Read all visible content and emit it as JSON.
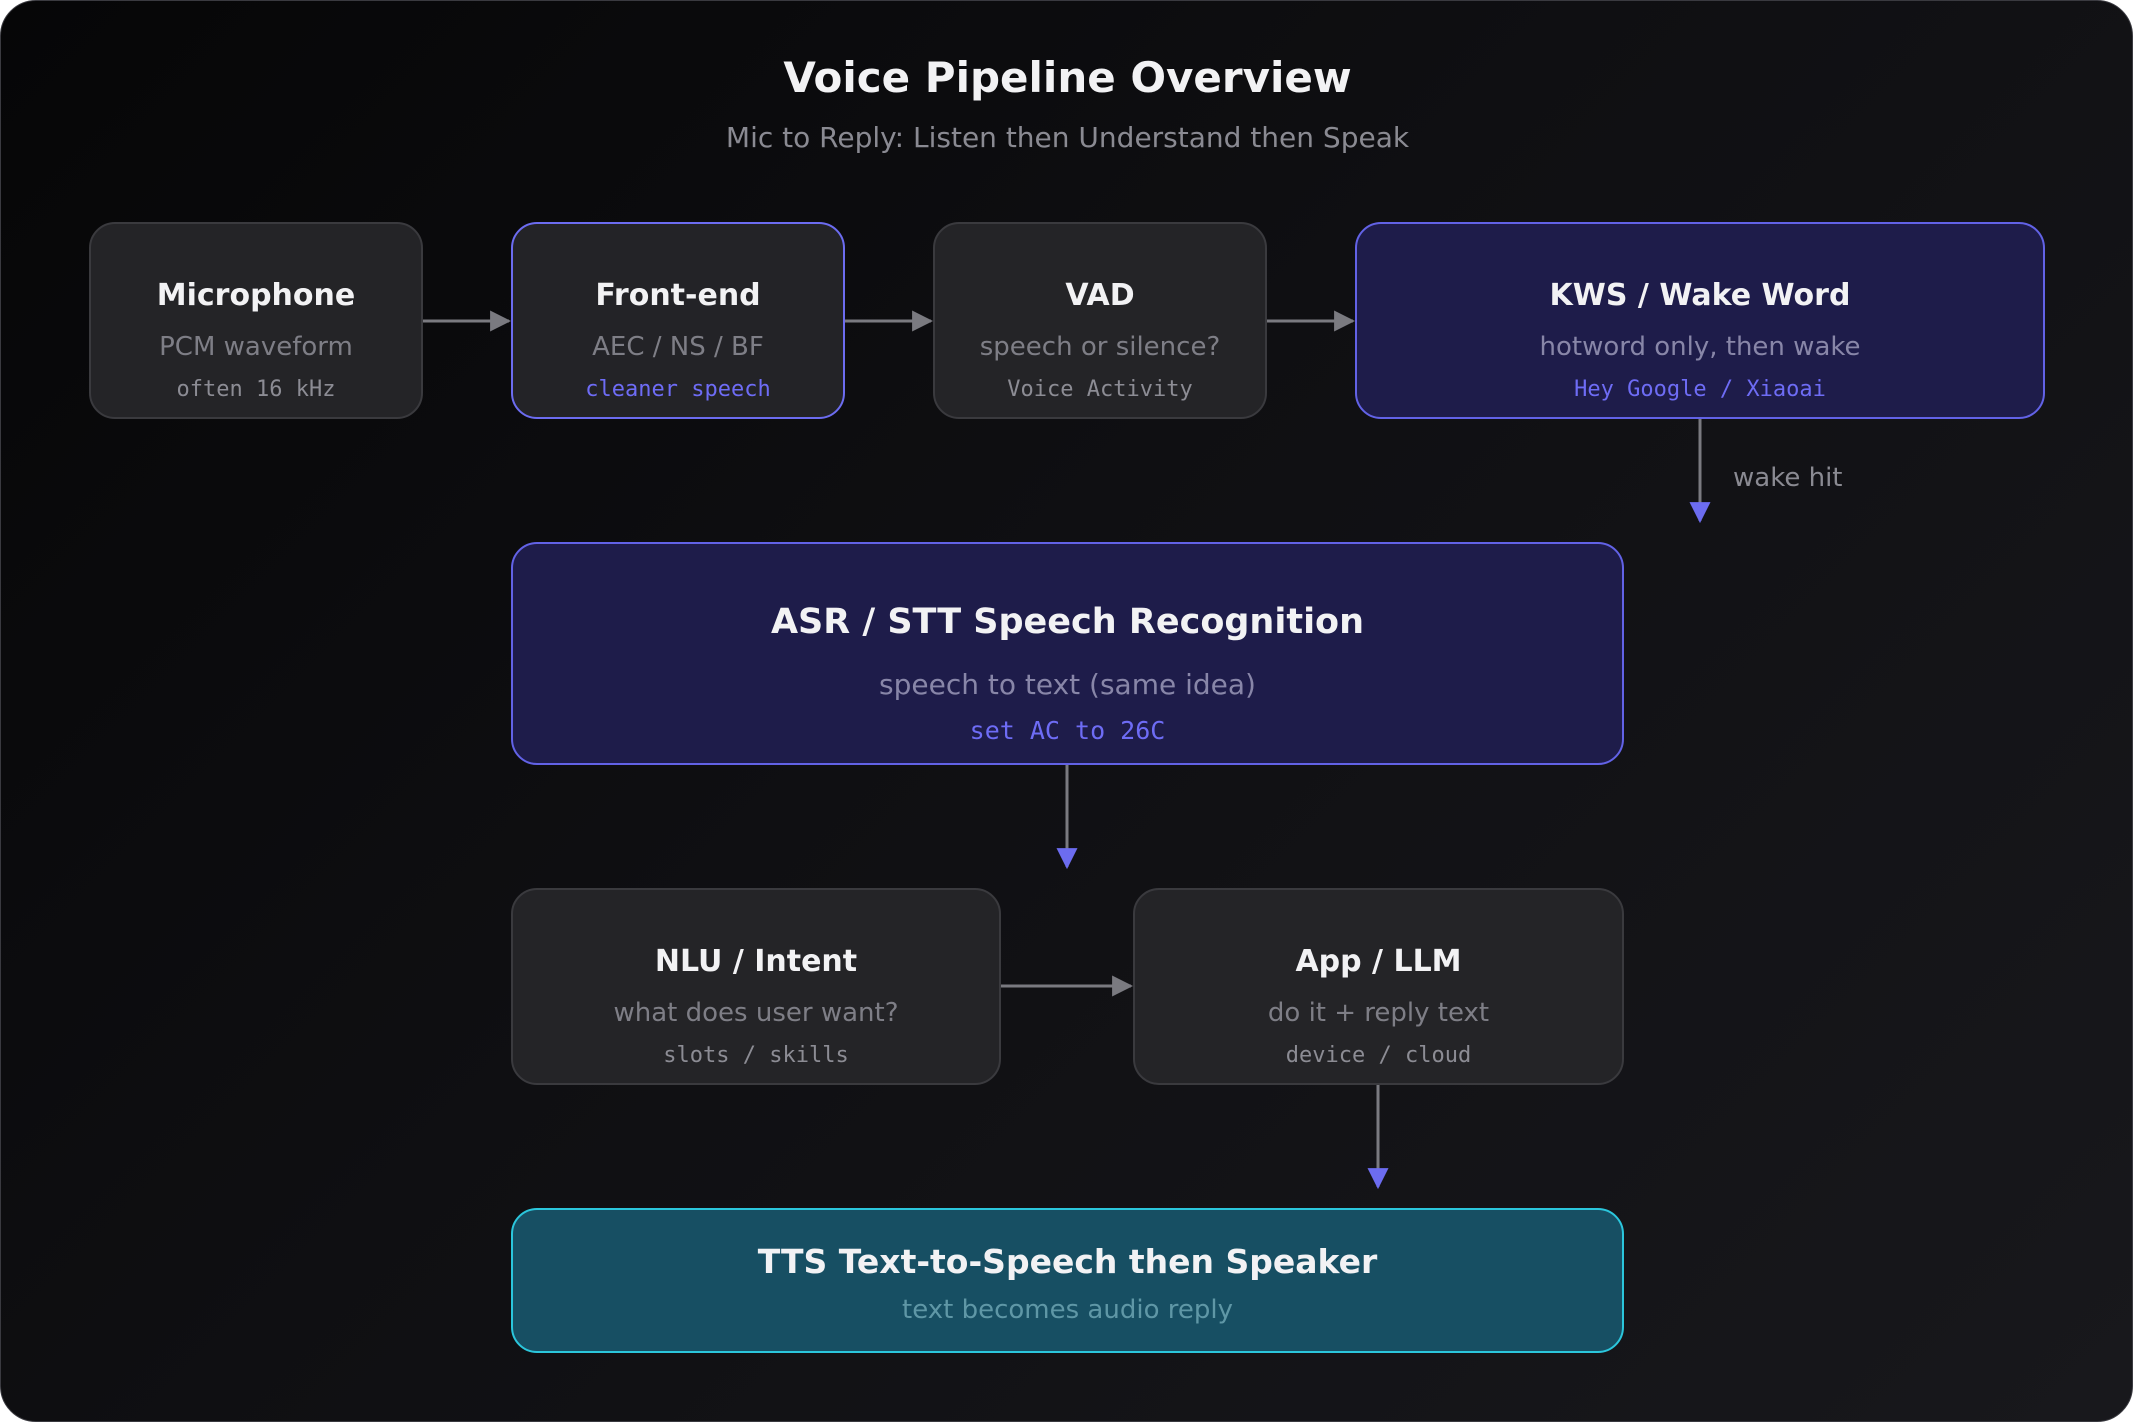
{
  "header": {
    "title": "Voice Pipeline Overview",
    "subtitle": "Mic to Reply: Listen then Understand then Speak"
  },
  "nodes": {
    "microphone": {
      "name": "Microphone",
      "desc": "PCM waveform",
      "note": "often 16 kHz"
    },
    "frontend": {
      "name": "Front-end",
      "desc": "AEC / NS / BF",
      "note": "cleaner speech"
    },
    "vad": {
      "name": "VAD",
      "desc": "speech or silence?",
      "note": "Voice Activity"
    },
    "kws": {
      "name": "KWS / Wake Word",
      "desc": "hotword only, then wake",
      "note": "Hey Google / Xiaoai"
    },
    "asr": {
      "name": "ASR / STT Speech Recognition",
      "desc": "speech to text (same idea)",
      "note": "set AC to 26C"
    },
    "nlu": {
      "name": "NLU / Intent",
      "desc": "what does user want?",
      "note": "slots / skills"
    },
    "app": {
      "name": "App / LLM",
      "desc": "do it + reply text",
      "note": "device / cloud"
    },
    "tts": {
      "name": "TTS Text-to-Speech then Speaker",
      "desc": "text becomes audio reply"
    }
  },
  "edges": {
    "wake_label": "wake hit"
  },
  "colors": {
    "accent": "#6c6cf0",
    "teal": "#2bc6dc",
    "gray_arrow": "#7a7a80"
  }
}
